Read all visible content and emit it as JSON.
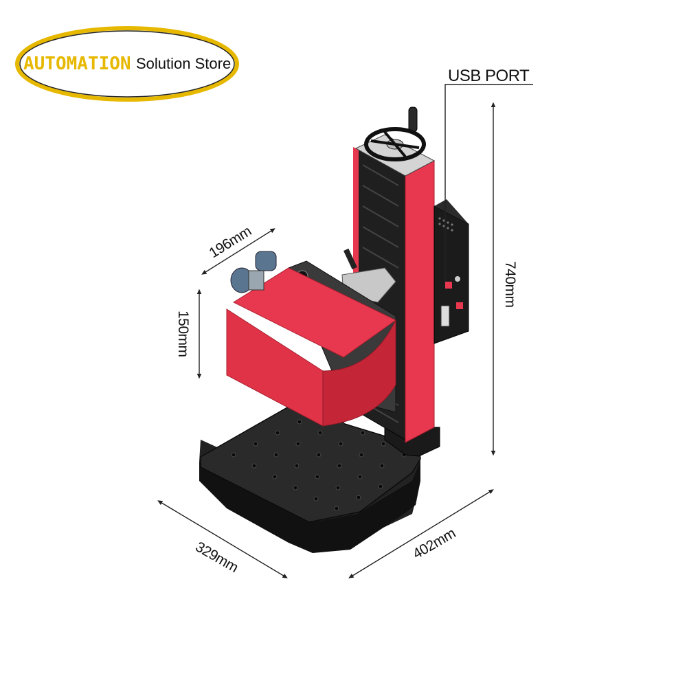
{
  "logo": {
    "brand": "AUTOMATION",
    "tagline": "Solution Store",
    "brand_color": "#e6b800",
    "ring_color": "#e6b800"
  },
  "labels": {
    "usb_port": "USB PORT"
  },
  "dimensions": {
    "total_height": "740mm",
    "head_depth": "196mm",
    "head_height": "150mm",
    "base_width": "329mm",
    "base_length": "402mm"
  },
  "colors": {
    "machine_red": "#e8384f",
    "machine_red_dark": "#c42638",
    "base_black": "#1a1a1a",
    "steel_gray": "#b5b5b5"
  }
}
